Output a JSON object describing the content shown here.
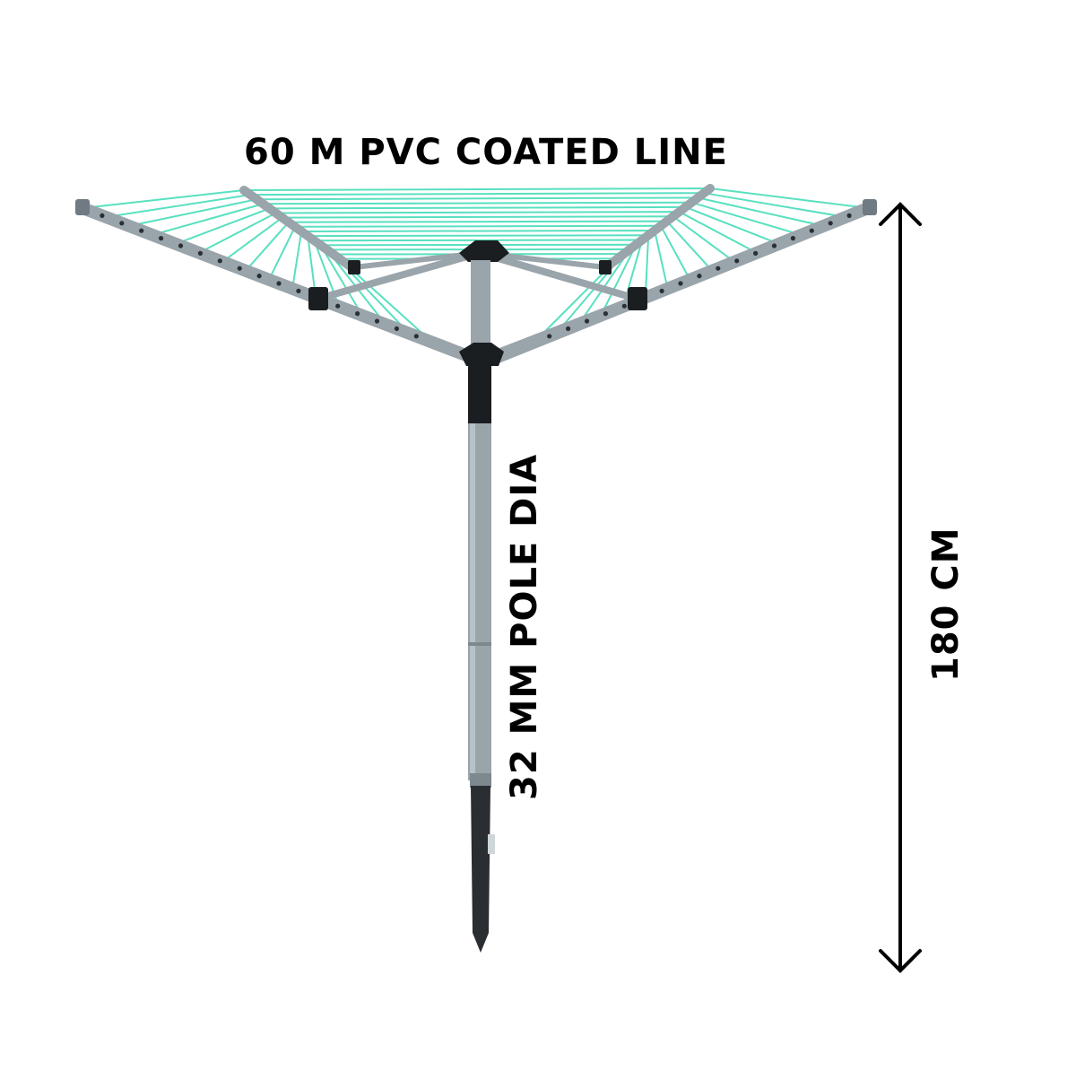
{
  "labels": {
    "line_length": "60 M PVC COATED LINE",
    "pole_diameter": "32 MM POLE DIA",
    "height": "180 CM"
  },
  "colors": {
    "line": "#58e0c0",
    "frame": "#9aa4ab",
    "frame_dark": "#6f7a82",
    "hub": "#1b1e21",
    "arrow": "#000000"
  },
  "product": {
    "icon": "rotary-clothes-airer-icon"
  }
}
